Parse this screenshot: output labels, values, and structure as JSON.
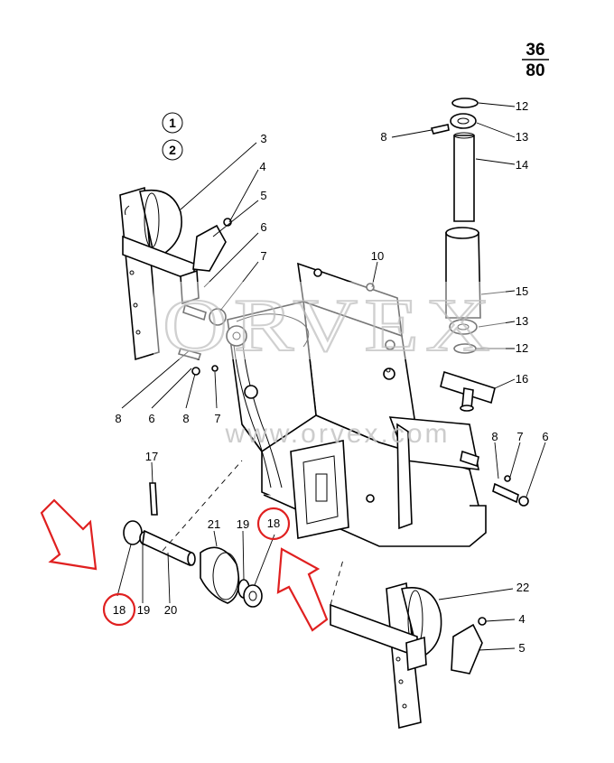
{
  "page": {
    "number_top": "36",
    "number_bottom": "80",
    "variant_1": "1",
    "variant_2": "2"
  },
  "watermark": {
    "brand": "ORVEX",
    "url": "www.orvex.com"
  },
  "colors": {
    "highlight": "#e02020",
    "line": "#000000",
    "watermark": "#c8c8c8"
  },
  "callouts": [
    {
      "id": "c3",
      "text": "3"
    },
    {
      "id": "c4a",
      "text": "4"
    },
    {
      "id": "c5a",
      "text": "5"
    },
    {
      "id": "c6a",
      "text": "6"
    },
    {
      "id": "c7a",
      "text": "7"
    },
    {
      "id": "c8a",
      "text": "8"
    },
    {
      "id": "c6b",
      "text": "6"
    },
    {
      "id": "c8b",
      "text": "8"
    },
    {
      "id": "c7b",
      "text": "7"
    },
    {
      "id": "c10",
      "text": "10"
    },
    {
      "id": "c12a",
      "text": "12"
    },
    {
      "id": "c8c",
      "text": "8"
    },
    {
      "id": "c13a",
      "text": "13"
    },
    {
      "id": "c14",
      "text": "14"
    },
    {
      "id": "c15",
      "text": "15"
    },
    {
      "id": "c13b",
      "text": "13"
    },
    {
      "id": "c12b",
      "text": "12"
    },
    {
      "id": "c16",
      "text": "16"
    },
    {
      "id": "c8d",
      "text": "8"
    },
    {
      "id": "c7c",
      "text": "7"
    },
    {
      "id": "c6c",
      "text": "6"
    },
    {
      "id": "c17",
      "text": "17"
    },
    {
      "id": "c21",
      "text": "21"
    },
    {
      "id": "c19a",
      "text": "19"
    },
    {
      "id": "c18a",
      "text": "18"
    },
    {
      "id": "c18b",
      "text": "18"
    },
    {
      "id": "c19b",
      "text": "19"
    },
    {
      "id": "c20",
      "text": "20"
    },
    {
      "id": "c22",
      "text": "22"
    },
    {
      "id": "c4b",
      "text": "4"
    },
    {
      "id": "c5b",
      "text": "5"
    }
  ]
}
